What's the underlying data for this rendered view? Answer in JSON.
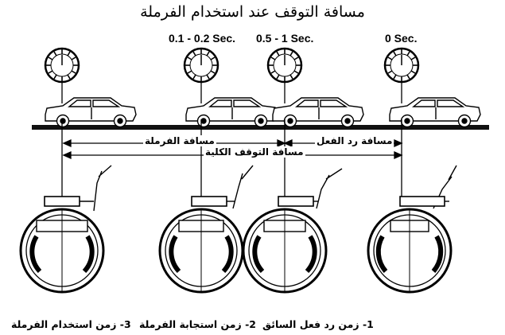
{
  "title": "مسافة التوقف عند استخدام الفرملة",
  "time_labels": {
    "t1": "0.1 - 0.2 Sec.",
    "t2": "0.5 - 1 Sec.",
    "t3": "0 Sec."
  },
  "distances": {
    "brake": "مسافة الفرملة",
    "reaction": "مسافة رد الفعل",
    "total": "مسافة التوقف الكلية"
  },
  "captions": {
    "c3": "3- زمن استخدام الفرملة",
    "c2": "2- زمن استجابة الفرملة",
    "c1": "1- زمن رد فعل السائق"
  }
}
